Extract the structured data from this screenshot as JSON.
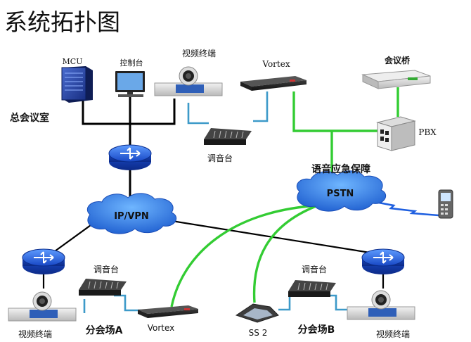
{
  "title": "系统拓扑图",
  "sites": {
    "main": {
      "room_label": "总会议室",
      "mcu_label": "MCU",
      "console_label": "控制台",
      "video_terminal_label": "视频终端"
    },
    "vortex_label": "Vortex",
    "mixer_label": "调音台",
    "bridge_label": "会议桥",
    "pbx_label": "PBX",
    "voice_backup_label": "语音应急保障",
    "pstn_label": "PSTN",
    "ipvpn_label": "IP/VPN",
    "branch_a": {
      "mixer_label": "调音台",
      "terminal_label": "视频终端",
      "site_label": "分会场A",
      "vortex_label": "Vortex"
    },
    "branch_b": {
      "phone_label": "SS 2",
      "site_label": "分会场B",
      "mixer_label": "调音台",
      "terminal_label": "视频终端"
    }
  },
  "colors": {
    "ip_link": "#000000",
    "pstn_link": "#33cc33",
    "audio_link": "#3d9ac9",
    "cloud": "#2f7de0",
    "router": "#1d5fd6"
  }
}
